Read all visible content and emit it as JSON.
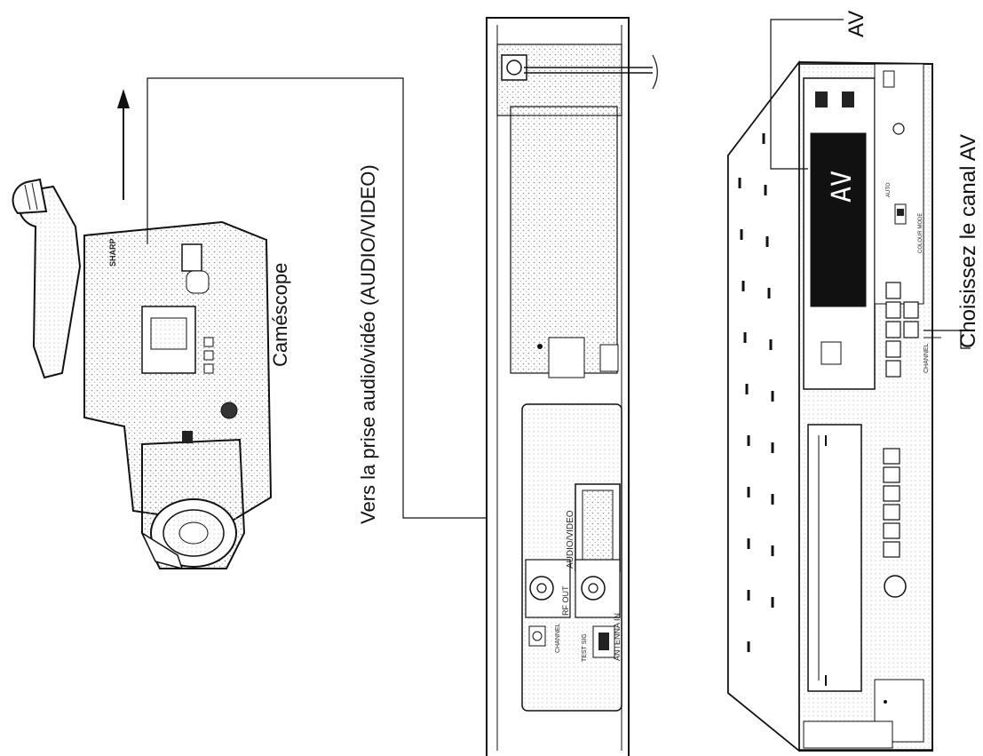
{
  "labels": {
    "camcorder": "Caméscope",
    "to_jack": "Vers la prise audio/vidéo (AUDIO/VIDEO)",
    "av": "AV",
    "choose_channel": "Choisissez le canal AV"
  },
  "camcorder": {
    "brand": "SHARP"
  },
  "rear_panel": {
    "audio_video": "AUDIO/VIDEO",
    "rf_out": "RF OUT",
    "antenna_in": "ANTENNA IN",
    "channel": "CHANNEL",
    "test_sig": "TEST SIG"
  },
  "vcr_front": {
    "display": "AV",
    "channel": "CHANNEL",
    "colour_mode": "COLOUR MODE",
    "auto": "AUTO"
  },
  "colors": {
    "line": "#111111",
    "stipple": "#9a9a9a"
  }
}
